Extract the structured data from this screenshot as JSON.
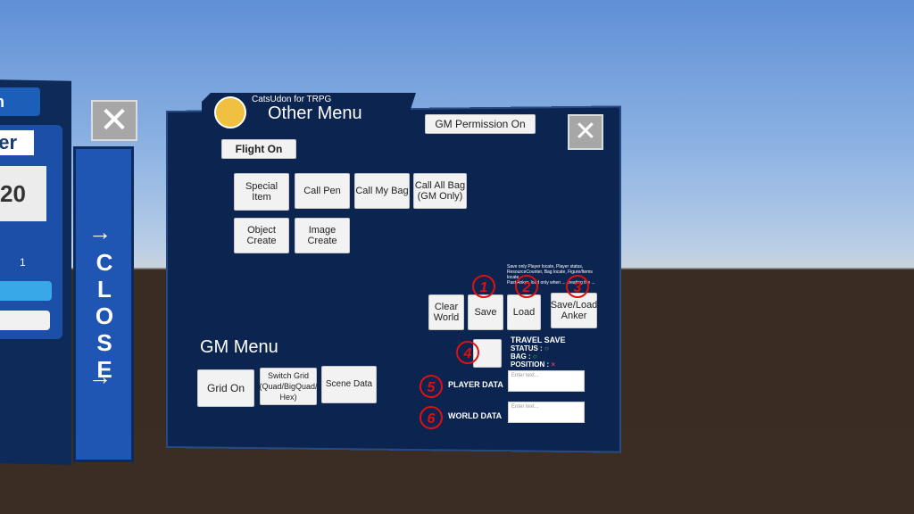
{
  "left_panel": {
    "tab_label": "n",
    "title_fragment": "ser",
    "die_value": "20",
    "count": "1",
    "close_label": "CLOSE",
    "arrow": "→",
    "x": "✕"
  },
  "main": {
    "logo_subtitle": "CatsUdon for TRPG",
    "title": "Other Menu",
    "gm_permission": "GM Permission On",
    "close_x": "✕",
    "flight": "Flight On",
    "buttons": {
      "special_item": "Special Item",
      "call_pen": "Call Pen",
      "call_my_bag": "Call My Bag",
      "call_all_bag": "Call All Bag (GM Only)",
      "object_create": "Object Create",
      "image_create": "Image Create"
    },
    "gm_menu": {
      "heading": "GM Menu",
      "grid_on": "Grid On",
      "switch_grid": "Switch Grid (Quad/BigQuad/ Hex)",
      "scene_data": "Scene Data"
    },
    "save_area": {
      "note1": "Save only Player locate, Player status, ResourceCounter, Bag locate, Figure/Items locate",
      "note2": "Past Anker, load only when ... creating the ...",
      "clear_world": "Clear World",
      "save": "Save",
      "load": "Load",
      "save_load_anker": "Save/Load Anker",
      "travel_save": "TRAVEL SAVE",
      "status": "STATUS :",
      "bag": "BAG :",
      "position": "POSITION :",
      "status_mark": "○",
      "bag_mark": "○",
      "position_mark": "×",
      "player_data": "PLAYER DATA",
      "world_data": "WORLD DATA",
      "input_placeholder": "Enter text..."
    },
    "annotations": [
      "1",
      "2",
      "3",
      "4",
      "5",
      "6"
    ]
  }
}
